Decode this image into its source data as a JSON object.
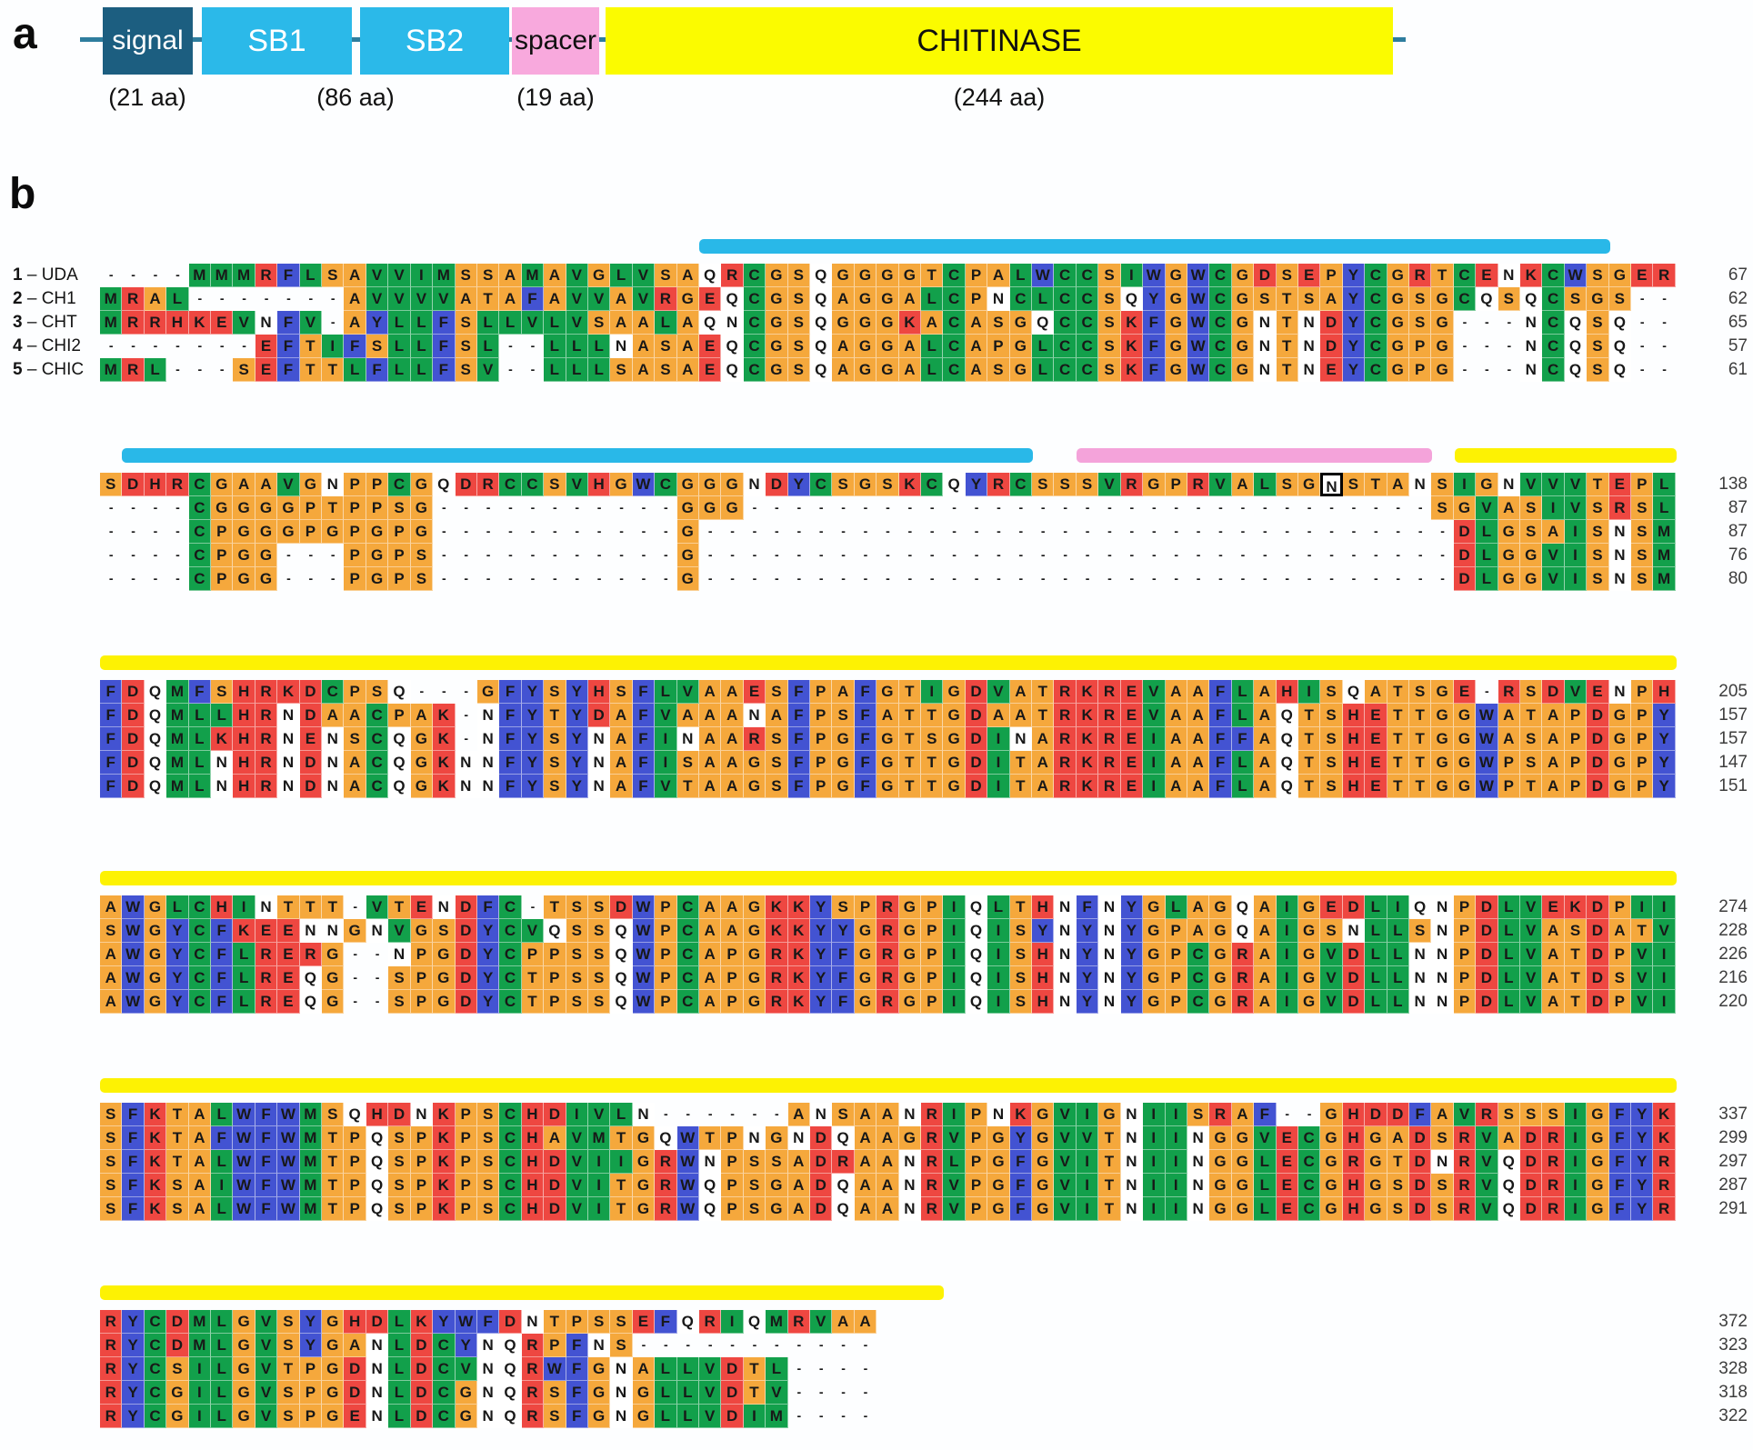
{
  "panel_a": {
    "label": "a",
    "domains": [
      {
        "label": "signal",
        "color": "#1c5e80",
        "text_color": "#ffffff",
        "font": 30
      },
      {
        "label": "SB1",
        "color": "#2bb9e9",
        "text_color": "#ffffff",
        "font": 34
      },
      {
        "label": "SB2",
        "color": "#2bb9e9",
        "text_color": "#ffffff",
        "font": 34
      },
      {
        "label": "spacer",
        "color": "#f8a9dd",
        "text_color": "#101010",
        "font": 30
      },
      {
        "label": "CHITINASE",
        "color": "#fbfb00",
        "text_color": "#101010",
        "font": 34
      }
    ],
    "size_labels": [
      "(21 aa)",
      "(86 aa)",
      "(19 aa)",
      "(244 aa)"
    ]
  },
  "panel_b": {
    "label": "b",
    "row_labels": [
      {
        "num": "1",
        "sep": " – ",
        "name": "UDA"
      },
      {
        "num": "2",
        "sep": " – ",
        "name": "CH1"
      },
      {
        "num": "3",
        "sep": " – ",
        "name": "CHT"
      },
      {
        "num": "4",
        "sep": " – ",
        "name": "CHI2"
      },
      {
        "num": "5",
        "sep": " – ",
        "name": "CHIC"
      }
    ],
    "palette": {
      "orange": "#f5a83c",
      "red": "#ee4741",
      "green": "#12a04b",
      "blue": "#4353d2",
      "white": "#ffffff",
      "cyan": "#29b8e8",
      "pink": "#f4a3da",
      "yellow": "#fdf203"
    },
    "residue_colors": {
      "A": "orange",
      "G": "orange",
      "P": "orange",
      "S": "orange",
      "T": "orange",
      "C": "green",
      "I": "green",
      "L": "green",
      "M": "green",
      "V": "green",
      "F": "blue",
      "W": "blue",
      "Y": "blue",
      "D": "red",
      "E": "red",
      "H": "red",
      "K": "red",
      "R": "red",
      "N": "white",
      "Q": "white"
    },
    "blocks": [
      {
        "bars": [
          {
            "color": "cyan",
            "from": 28,
            "to": 68
          }
        ],
        "rows": [
          {
            "seq": "----MMMRFLSAVVIMSSAMAVGLVSAQRCGSQGGGGTCPALWCCSIWGWCGDSEPYCGRTCENKCWSGER",
            "end": "67"
          },
          {
            "seq": "MRAL-------AVVVVATAFAVVAVRGEQCGSQAGGALCPNCLCCSQYGWCGSTSAYCGSGCQSQCSGS--",
            "end": "62"
          },
          {
            "seq": "MRRHKEVNFV-AYLLFSLLVLVSAALAQNCGSQGGGKACASGQCCSKFGWCGNTNDYCGSG---NCQSQ--",
            "end": "65"
          },
          {
            "seq": "-------EFTIFSLLFSL--LLLNASAEQCGSQAGGALCAPGLCCSKFGWCGNTNDYCGPG---NCQSQ--",
            "end": "57"
          },
          {
            "seq": "MRL---SEFTTLFLLFSV--LLLSASAEQCGSQAGGALCASGLCCSKFGWCGNTNEYCGPG---NCQSQ--",
            "end": "61"
          }
        ]
      },
      {
        "bars": [
          {
            "color": "cyan",
            "from": 2,
            "to": 42
          },
          {
            "color": "pink",
            "from": 45,
            "to": 60
          },
          {
            "color": "yellow",
            "from": 62,
            "to": 71
          }
        ],
        "boxed": {
          "row": 0,
          "col": 56
        },
        "rows": [
          {
            "seq": "SDHRCGAAVGNPPCGQDRCCSVHGWCGGGNDYCSGSKCQYRCSSSVRGPRVALSGNSTANSIGNVVVTEPL",
            "end": "138"
          },
          {
            "seq": "----CGGGGPTPPSG-----------GGG-------------------------------SGVASIVSRSL",
            "end": "87"
          },
          {
            "seq": "----CPGGGPGPGPG-----------G----------------------------------DLGSAISNSM",
            "end": "87"
          },
          {
            "seq": "----CPGG---PGPS-----------G----------------------------------DLGGVISNSM",
            "end": "76"
          },
          {
            "seq": "----CPGG---PGPS-----------G----------------------------------DLGGVISNSM",
            "end": "80"
          }
        ]
      },
      {
        "bars": [
          {
            "color": "yellow",
            "from": 1,
            "to": 71
          }
        ],
        "rows": [
          {
            "seq": "FDQMFSHRKDCPSQ---GFYSYHSFLVAAESFPAFGTIGDVATRKREVAAFLAHISQATSGE-RSDVENPH",
            "end": "205"
          },
          {
            "seq": "FDQMLLHRNDAACPAK-NFYTYDAFVAAANAFPSFATTGDAATRKREVAAFLAQTSHETTGGWATAPDGPY",
            "end": "157"
          },
          {
            "seq": "FDQMLKHRNENSCQGK-NFYSYNAFINAARSFPGFGTSGDINARKREIAAFFAQTSHETTGGWASAPDGPY",
            "end": "157"
          },
          {
            "seq": "FDQMLNHRNDNACQGKNNFYSYNAFISAAGSFPGFGTTGDITARKREIAAFLAQTSHETTGGWPSAPDGPY",
            "end": "147"
          },
          {
            "seq": "FDQMLNHRNDNACQGKNNFYSYNAFVTAAGSFPGFGTTGDITARKREIAAFLAQTSHETTGGWPTAPDGPY",
            "end": "151"
          }
        ]
      },
      {
        "bars": [
          {
            "color": "yellow",
            "from": 1,
            "to": 71
          }
        ],
        "rows": [
          {
            "seq": "AWGLCHINTTT-VTENDFC-TSSDWPCAAGKKYSPRGPIQLTHNFNYGLAGQAIGEDLIQNPDLVEKDPII",
            "end": "274"
          },
          {
            "seq": "SWGYCFKEENNGNVGSDYCVQSSQWPCAAGKKYYGRGPIQISYNYNYGPAGQAIGSNLLSNPDLVASDATV",
            "end": "228"
          },
          {
            "seq": "AWGYCFLRERG--NPGDYCPPSSQWPCAPGRKYFGRGPIQISHNYNYGPCGRAIGVDLLNNPDLVATDPVI",
            "end": "226"
          },
          {
            "seq": "AWGYCFLREQG--SPGDYCTPSSQWPCAPGRKYFGRGPIQISHNYNYGPCGRAIGVDLLNNPDLVATDSVI",
            "end": "216"
          },
          {
            "seq": "AWGYCFLREQG--SPGDYCTPSSQWPCAPGRKYFGRGPIQISHNYNYGPCGRAIGVDLLNNPDLVATDPVI",
            "end": "220"
          }
        ]
      },
      {
        "bars": [
          {
            "color": "yellow",
            "from": 1,
            "to": 71
          }
        ],
        "rows": [
          {
            "seq": "SFKTALWFWMSQHDNKPSCHDIVLN------ANSAANRIPNKGVIGNIISRAF--GHDDFAVRSSSIGFYK",
            "end": "337"
          },
          {
            "seq": "SFKTAFWFWMTPQSPKPSCHAVMTGQWTPNGNDQAAGRVPGYGVVTNIINGGVECGHGADSRVADRIGFYK",
            "end": "299"
          },
          {
            "seq": "SFKTALWFWMTPQSPKPSCHDVIIGRWNPSSADRAANRLPGFGVITNIINGGLECGRGTDNRVQDRIGFYR",
            "end": "297"
          },
          {
            "seq": "SFKSAIWFWMTPQSPKPSCHDVITGRWQPSGADQAANRVPGFGVITNIINGGLECGHGSDSRVQDRIGFYR",
            "end": "287"
          },
          {
            "seq": "SFKSALWFWMTPQSPKPSCHDVITGRWQPSGADQAANRVPGFGVITNIINGGLECGHGSDSRVQDRIGFYR",
            "end": "291"
          }
        ]
      },
      {
        "bars": [
          {
            "color": "yellow",
            "from": 1,
            "to": 38
          }
        ],
        "rows": [
          {
            "seq": "RYCDMLGVSYGHDLKYWFDNTPSSEFQRIQMRVAA",
            "end": "372"
          },
          {
            "seq": "RYCDMLGVSYGANLDCYNQRPFNS-----------",
            "end": "323"
          },
          {
            "seq": "RYCSILGVTPGDNLDCVNQRWFGNALLVDTL----",
            "end": "328"
          },
          {
            "seq": "RYCGILGVSPGDNLDCGNQRSFGNGLLVDTV----",
            "end": "318"
          },
          {
            "seq": "RYCGILGVSPGENLDCGNQRSFGNGLLVDIM----",
            "end": "322"
          }
        ]
      }
    ]
  }
}
